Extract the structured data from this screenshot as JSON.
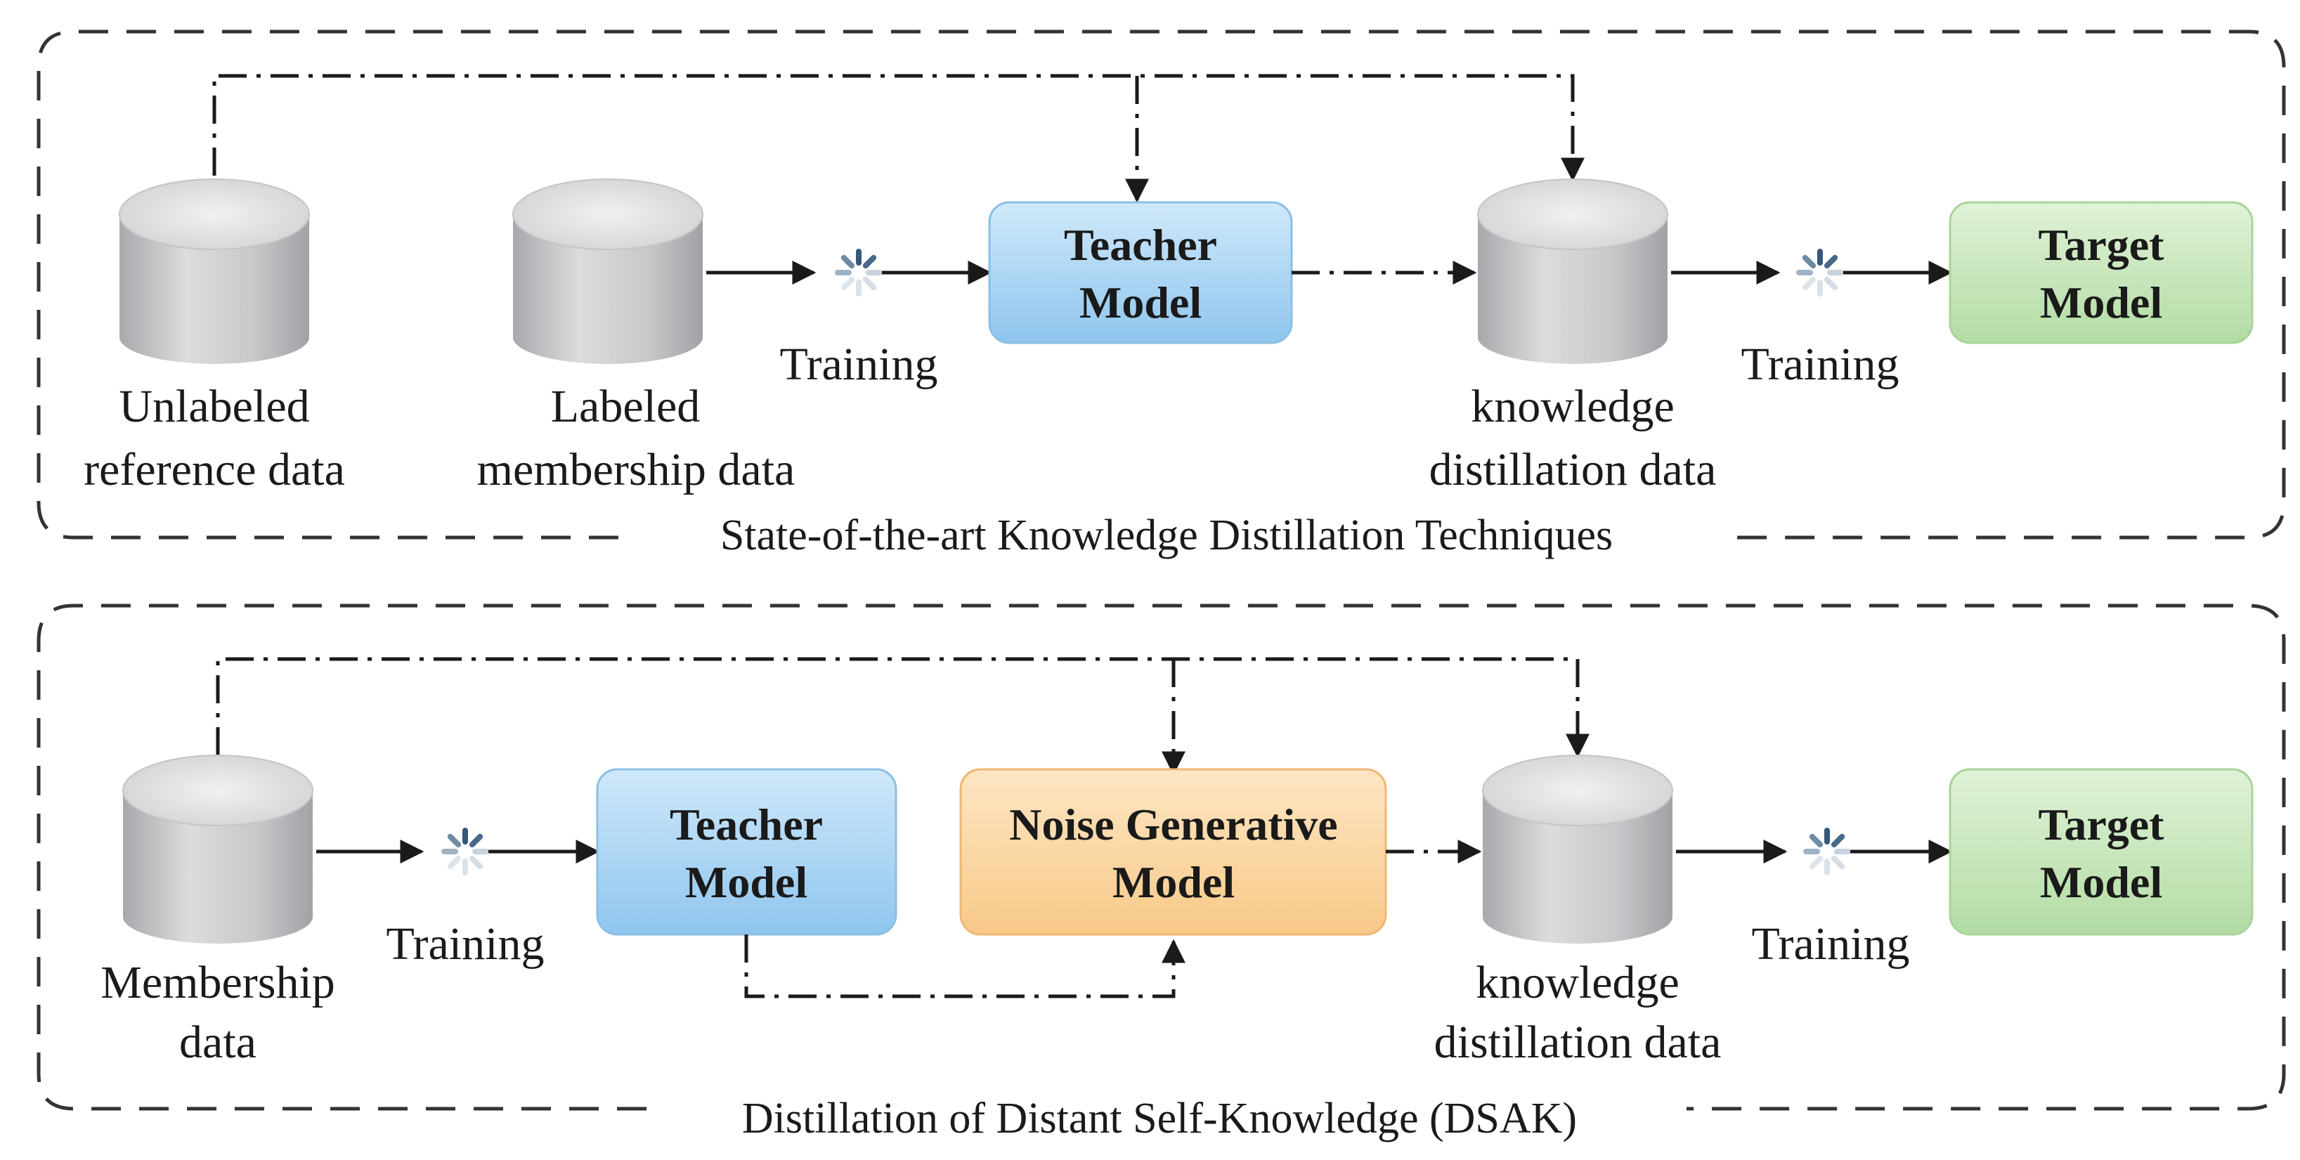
{
  "top_panel": {
    "caption": "State-of-the-art Knowledge Distillation Techniques",
    "unlabeled_line1": "Unlabeled",
    "unlabeled_line2": "reference data",
    "labeled_line1": "Labeled",
    "labeled_line2": "membership data",
    "training_1": "Training",
    "teacher_line1": "Teacher",
    "teacher_line2": "Model",
    "kd_line1": "knowledge",
    "kd_line2": "distillation data",
    "training_2": "Training",
    "target_line1": "Target",
    "target_line2": "Model"
  },
  "bottom_panel": {
    "caption": "Distillation of Distant Self-Knowledge (DSAK)",
    "membership_line1": "Membership",
    "membership_line2": "data",
    "training_1": "Training",
    "teacher_line1": "Teacher",
    "teacher_line2": "Model",
    "noise_line1": "Noise Generative",
    "noise_line2": "Model",
    "kd_line1": "knowledge",
    "kd_line2": "distillation data",
    "training_2": "Training",
    "target_line1": "Target",
    "target_line2": "Model"
  },
  "colors": {
    "teacher_fill": "#a9d6f5",
    "noise_fill": "#fbd7a6",
    "target_fill": "#c5e6bb",
    "cylinder_fill": "#c8c8ca",
    "line": "#1a1a1a"
  }
}
